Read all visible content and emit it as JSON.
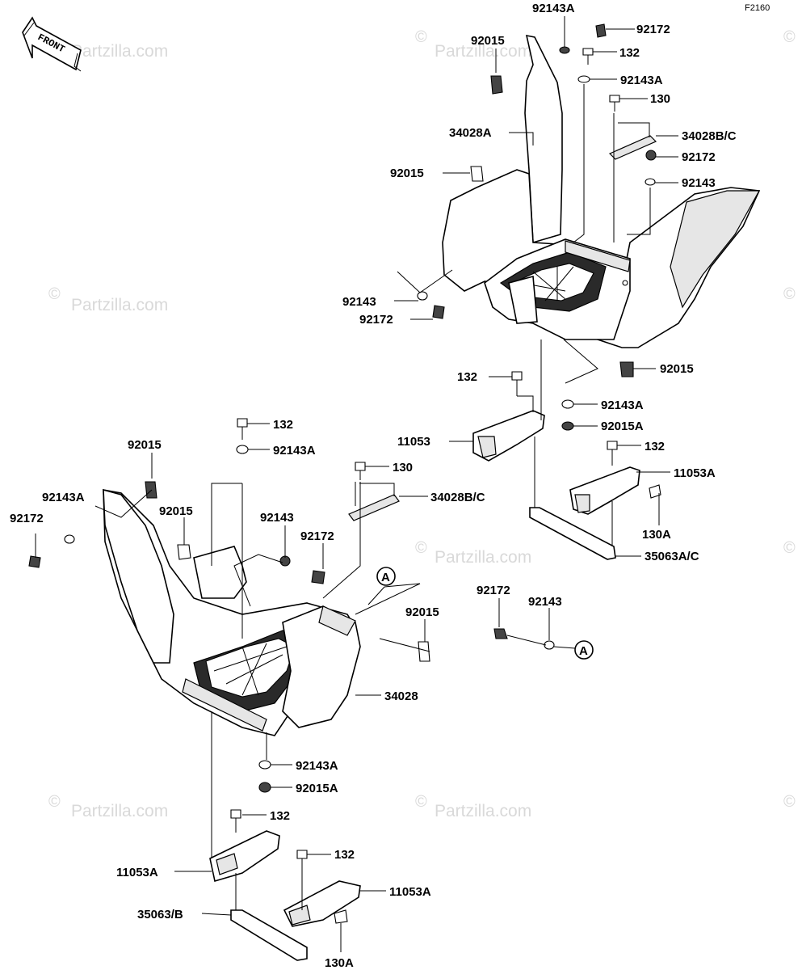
{
  "figure_code": "F2160",
  "direction_label": "FRONT",
  "watermark": "Partzilla.com",
  "watermark_symbol": "©",
  "callout_letter": "A",
  "labels": {
    "l_92143A_top": "92143A",
    "l_92172_top": "92172",
    "l_92015_top": "92015",
    "l_132_top": "132",
    "l_92143A_2": "92143A",
    "l_130_top": "130",
    "l_34028A": "34028A",
    "l_34028BC_top": "34028B/C",
    "l_92172_r2": "92172",
    "l_92015_mid": "92015",
    "l_92143_r": "92143",
    "l_92143_l": "92143",
    "l_92172_l": "92172",
    "l_92015_r": "92015",
    "l_132_mid": "132",
    "l_92143A_mid": "92143A",
    "l_11053": "11053",
    "l_92015A_mid": "92015A",
    "l_132_r": "132",
    "l_11053A_r": "11053A",
    "l_130A_r": "130A",
    "l_35063AC": "35063A/C",
    "l_92015_left": "92015",
    "l_132_left": "132",
    "l_92143A_left": "92143A",
    "l_92143A_far": "92143A",
    "l_92015_left2": "92015",
    "l_92172_far": "92172",
    "l_130_left": "130",
    "l_34028BC_left": "34028B/C",
    "l_92143_left": "92143",
    "l_92172_left2": "92172",
    "l_92015_lower": "92015",
    "l_92172_low": "92172",
    "l_92143_low": "92143",
    "l_34028": "34028",
    "l_92143A_bot": "92143A",
    "l_92015A_bot": "92015A",
    "l_132_bot": "132",
    "l_11053A_left": "11053A",
    "l_132_bot2": "132",
    "l_11053A_bot": "11053A",
    "l_35063B": "35063/B",
    "l_130A_bot": "130A"
  }
}
